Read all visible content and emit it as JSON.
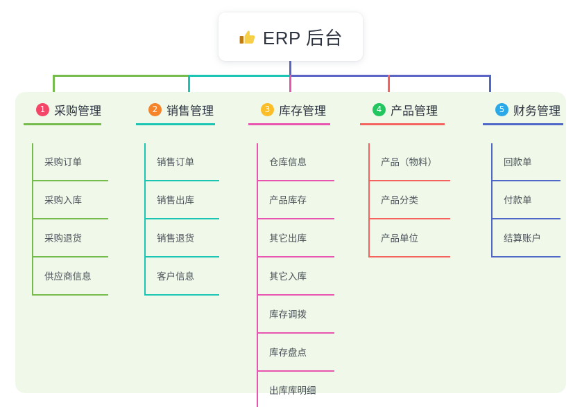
{
  "root": {
    "icon": "thumbs-up-icon",
    "title": "ERP 后台"
  },
  "palette": {
    "panel_bg": "#eff8e9",
    "page_bg": "#ffffff",
    "trunk_center": "#5b63c4",
    "connector_green": "#76bc4c",
    "connector_teal": "#1bc5b4",
    "connector_blue": "#5b63c4",
    "text_dark": "#2e3440",
    "text_item": "#4b5259"
  },
  "columns": [
    {
      "index": "1",
      "label": "采购管理",
      "badge_color": "#f44667",
      "line_color": "#76bc4c",
      "items": [
        {
          "label": "采购订单"
        },
        {
          "label": "采购入库"
        },
        {
          "label": "采购退货"
        },
        {
          "label": "供应商信息"
        }
      ]
    },
    {
      "index": "2",
      "label": "销售管理",
      "badge_color": "#f5842a",
      "line_color": "#1bc5b4",
      "items": [
        {
          "label": "销售订单"
        },
        {
          "label": "销售出库"
        },
        {
          "label": "销售退货"
        },
        {
          "label": "客户信息"
        }
      ]
    },
    {
      "index": "3",
      "label": "库存管理",
      "badge_color": "#fbbd28",
      "line_color": "#e855b0",
      "items": [
        {
          "label": "仓库信息"
        },
        {
          "label": "产品库存"
        },
        {
          "label": "其它出库"
        },
        {
          "label": "其它入库"
        },
        {
          "label": "库存调拨"
        },
        {
          "label": "库存盘点"
        },
        {
          "label": "出库库明细"
        }
      ]
    },
    {
      "index": "4",
      "label": "产品管理",
      "badge_color": "#22c55e",
      "line_color": "#f4635e",
      "items": [
        {
          "label": "产品（物料）"
        },
        {
          "label": "产品分类"
        },
        {
          "label": "产品单位"
        }
      ]
    },
    {
      "index": "5",
      "label": "财务管理",
      "badge_color": "#2aa8e8",
      "line_color": "#4f68c8",
      "items": [
        {
          "label": "回款单"
        },
        {
          "label": "付款单"
        },
        {
          "label": "结算账户"
        }
      ]
    }
  ]
}
